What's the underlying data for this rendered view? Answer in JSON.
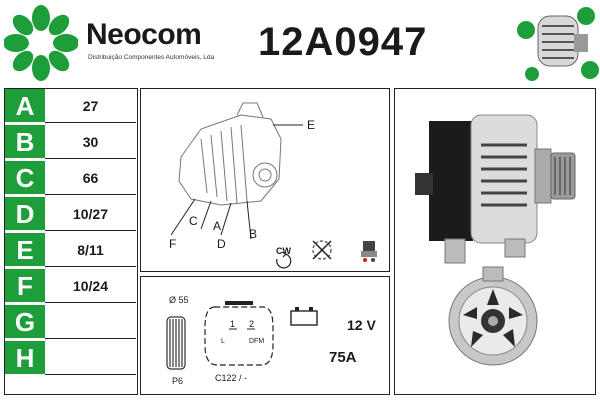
{
  "brand": {
    "name": "Neocom",
    "tagline": "Distribuição Componentes Automóveis, Lda",
    "color": "#1e9e3a"
  },
  "part_number": "12A0947",
  "specs": [
    {
      "key": "A",
      "value": "27"
    },
    {
      "key": "B",
      "value": "30"
    },
    {
      "key": "C",
      "value": "66"
    },
    {
      "key": "D",
      "value": "10/27"
    },
    {
      "key": "E",
      "value": "8/11"
    },
    {
      "key": "F",
      "value": "10/24"
    },
    {
      "key": "G",
      "value": ""
    },
    {
      "key": "H",
      "value": ""
    }
  ],
  "diagram": {
    "labels": {
      "A": "A",
      "B": "B",
      "C": "C",
      "D": "D",
      "E": "E",
      "F": "F"
    },
    "rotation": "CW"
  },
  "connector": {
    "pulley_diameter": "Ø 55",
    "pulley_type": "P6",
    "pin1": "1",
    "pin2": "2",
    "pin_l": "L",
    "pin_dfm": "DFM",
    "plug_code": "C122 / -",
    "voltage": "12 V",
    "amperage": "75A"
  }
}
